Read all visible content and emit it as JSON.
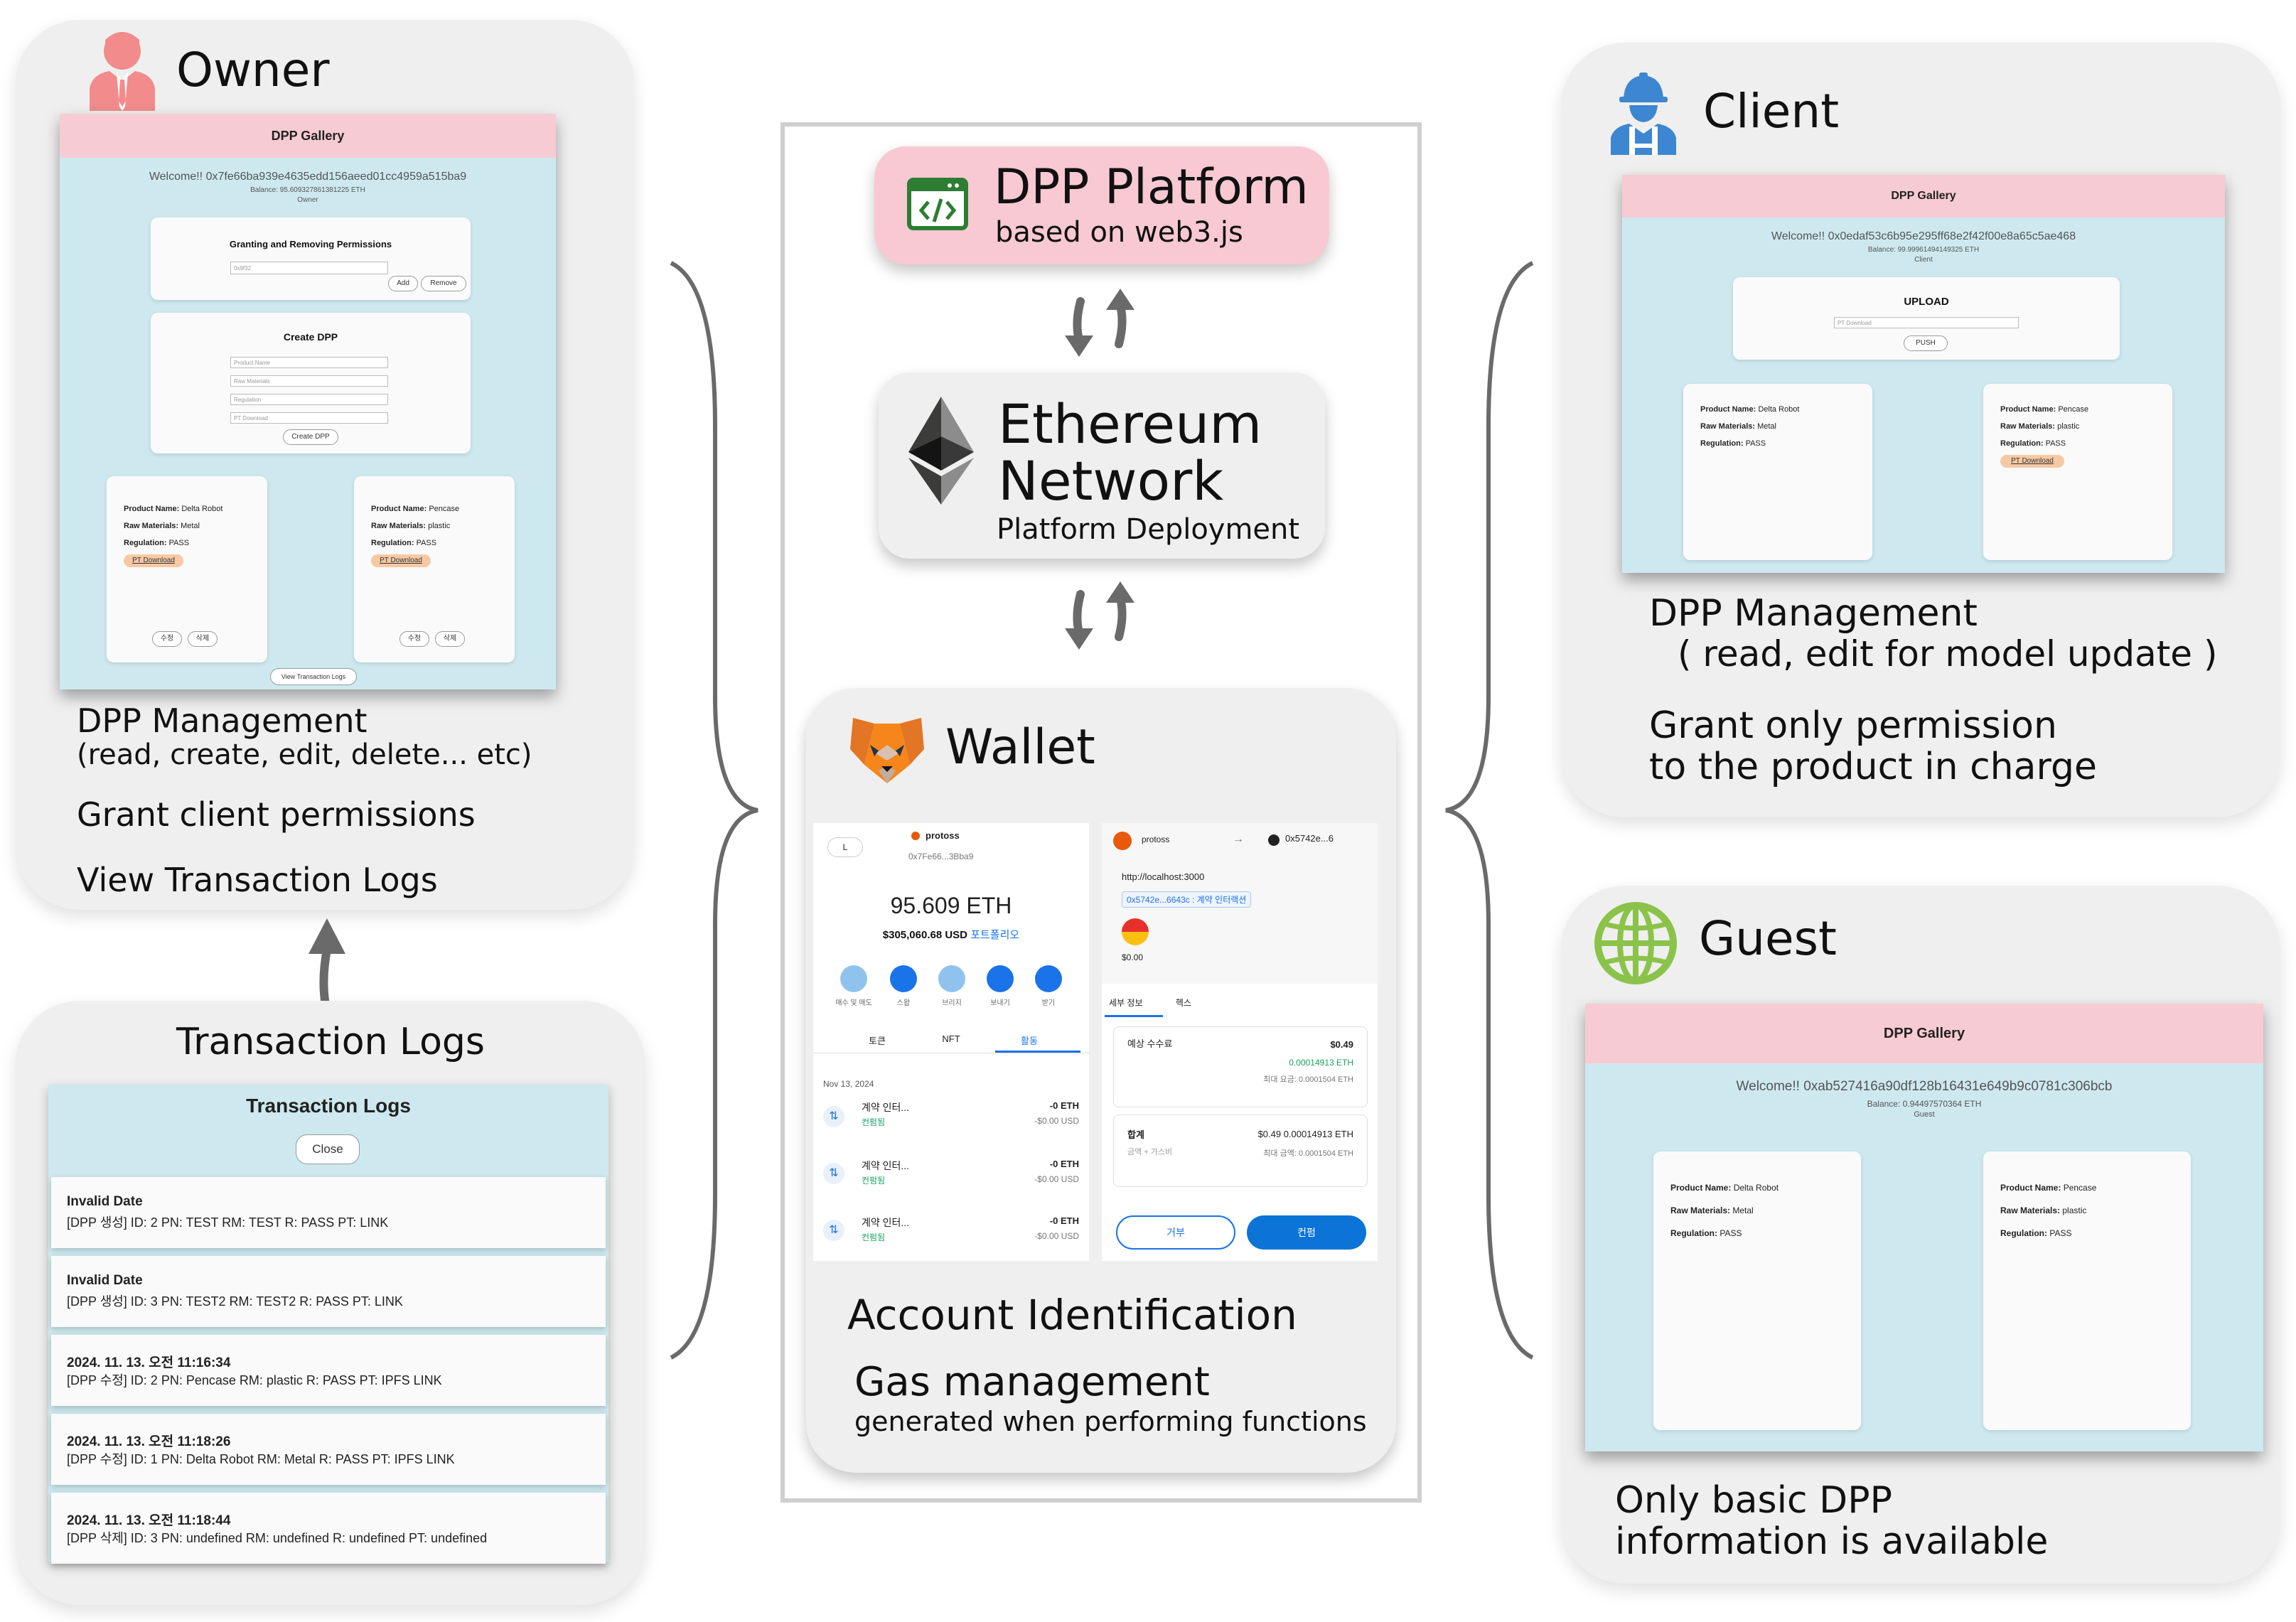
{
  "owner": {
    "title": "Owner",
    "app": {
      "header": "DPP Gallery",
      "welcome": "Welcome!! 0x7fe66ba939e4635edd156aeed01cc4959a515ba9",
      "balance": "Balance: 95.609327861381225 ETH",
      "role": "Owner",
      "perm_title": "Granting and Removing Permissions",
      "perm_input": "0x9f32",
      "add_button": "Add",
      "remove_button": "Remove",
      "create_title": "Create DPP",
      "create_fields": [
        "Product Name",
        "Raw Materials",
        "Regulation",
        "PT Download"
      ],
      "create_button": "Create DPP",
      "cards": [
        {
          "name": "Delta Robot",
          "materials": "Metal",
          "regulation": "PASS",
          "download": "PT Download",
          "edit": "수정",
          "delete": "삭제"
        },
        {
          "name": "Pencase",
          "materials": "plastic",
          "regulation": "PASS",
          "download": "PT Download",
          "edit": "수정",
          "delete": "삭제"
        }
      ],
      "logs_button": "View Transaction Logs"
    },
    "desc": [
      "DPP Management",
      "(read, create, edit, delete... etc)",
      "Grant client permissions",
      "View Transaction Logs"
    ]
  },
  "labels": {
    "product_name": "Product Name:",
    "raw_materials": "Raw Materials:",
    "regulation": "Regulation:"
  },
  "txlogs": {
    "title": "Transaction Logs",
    "panel_title": "Transaction Logs",
    "close_button": "Close",
    "entries": [
      {
        "date": "Invalid Date",
        "text": "[DPP 생성] ID: 2 PN: TEST RM: TEST R: PASS PT: LINK"
      },
      {
        "date": "Invalid Date",
        "text": "[DPP 생성] ID: 3 PN: TEST2 RM: TEST2 R: PASS PT: LINK"
      },
      {
        "date": "2024. 11. 13. 오전 11:16:34",
        "text": "[DPP 수정] ID: 2 PN: Pencase RM: plastic R: PASS PT: IPFS LINK"
      },
      {
        "date": "2024. 11. 13. 오전 11:18:26",
        "text": "[DPP 수정] ID: 1 PN: Delta Robot RM: Metal R: PASS PT: IPFS LINK"
      },
      {
        "date": "2024. 11. 13. 오전 11:18:44",
        "text": "[DPP 삭제] ID: 3 PN: undefined RM: undefined R: undefined PT: undefined"
      }
    ]
  },
  "platform": {
    "title": "DPP Platform",
    "subtitle": "based on web3.js"
  },
  "ethereum": {
    "title1": "Ethereum",
    "title2": "Network",
    "subtitle": "Platform Deployment"
  },
  "wallet": {
    "title": "Wallet",
    "left": {
      "network": "L",
      "account": "protoss",
      "address": "0x7Fe66...3Bba9",
      "balance": "95.609 ETH",
      "usd": "$305,060.68 USD",
      "portfolio": "포트폴리오",
      "actions": [
        "매수 및 매도",
        "스왑",
        "브리지",
        "보내기",
        "받기"
      ],
      "tabs": [
        "토큰",
        "NFT",
        "활동"
      ],
      "date": "Nov 13, 2024",
      "txs": [
        {
          "name": "계약 인터...",
          "status": "컨펌됨",
          "eth": "-0 ETH",
          "usd": "-$0.00 USD"
        },
        {
          "name": "계약 인터...",
          "status": "컨펌됨",
          "eth": "-0 ETH",
          "usd": "-$0.00 USD"
        },
        {
          "name": "계약 인터...",
          "status": "컨펌됨",
          "eth": "-0 ETH",
          "usd": "-$0.00 USD"
        }
      ]
    },
    "right": {
      "account": "protoss",
      "to": "0x5742e...6",
      "url": "http://localhost:3000",
      "contract": "0x5742e...6643c : 계약 인터랙션",
      "value": "$0.00",
      "tabs": [
        "세부 정보",
        "헥스"
      ],
      "fee_label": "예상 수수료",
      "fee_usd": "$0.49",
      "fee_eth": "0.00014913 ETH",
      "fee_max": "최대 요금: 0.0001504 ETH",
      "total_label": "합계",
      "total_sub": "금액 + 가스비",
      "total_value": "$0.49 0.00014913 ETH",
      "total_max": "최대 금액: 0.0001504 ETH",
      "reject": "거부",
      "confirm": "컨펌"
    },
    "desc1": "Account Identification",
    "desc2": "Gas management",
    "desc3": "generated when performing functions"
  },
  "client": {
    "title": "Client",
    "app": {
      "header": "DPP Gallery",
      "welcome": "Welcome!! 0x0edaf53c6b95e295ff68e2f42f00e8a65c5ae468",
      "balance": "Balance: 99.99961494149325 ETH",
      "role": "Client",
      "upload_title": "UPLOAD",
      "upload_input": "PT Download",
      "push_button": "PUSH",
      "cards": [
        {
          "name": "Delta Robot",
          "materials": "Metal",
          "regulation": "PASS"
        },
        {
          "name": "Pencase",
          "materials": "plastic",
          "regulation": "PASS",
          "download": "PT Download"
        }
      ]
    },
    "desc": [
      "DPP Management",
      "( read, edit for model update )",
      "Grant only permission",
      "to the product in charge"
    ]
  },
  "guest": {
    "title": "Guest",
    "app": {
      "header": "DPP Gallery",
      "welcome": "Welcome!! 0xab527416a90df128b16431e649b9c0781c306bcb",
      "balance": "Balance: 0.94497570364 ETH",
      "role": "Guest",
      "cards": [
        {
          "name": "Delta Robot",
          "materials": "Metal",
          "regulation": "PASS"
        },
        {
          "name": "Pencase",
          "materials": "plastic",
          "regulation": "PASS"
        }
      ]
    },
    "desc": [
      "Only basic DPP",
      "information is available"
    ]
  },
  "colors": {
    "panel": "#efefef",
    "app_body": "#cde9ef",
    "app_header": "#f7cbd3",
    "platform_box": "#f8c9d2",
    "owner_icon": "#f28b8b",
    "client_icon": "#3d86d1",
    "guest_icon": "#8bc34a",
    "arrow": "#666666"
  }
}
